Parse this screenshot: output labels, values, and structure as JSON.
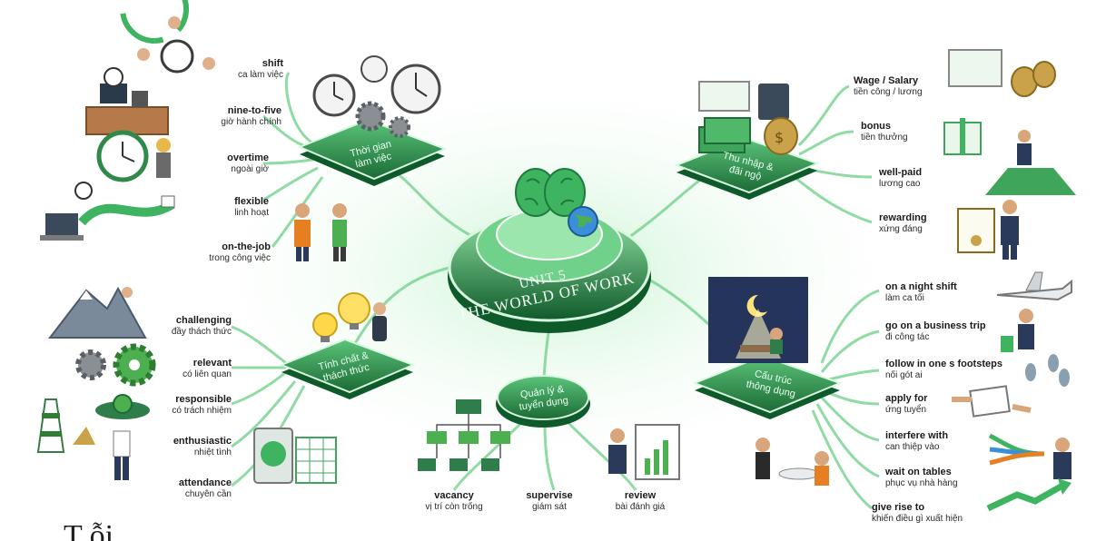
{
  "hub": {
    "unit": "UNIT 5",
    "title": "THE WORLD OF WORK"
  },
  "nodes": {
    "time": "Thời gian\nlàm việc",
    "income": "Thu nhập &\nđãi ngộ",
    "nature": "Tính chất &\nthách thức",
    "management": "Quản lý &\ntuyển dụng",
    "structures": "Cấu trúc\nthông dụng"
  },
  "time_terms": [
    {
      "en": "shift",
      "vi": "ca làm việc"
    },
    {
      "en": "nine-to-five",
      "vi": "giờ hành chính"
    },
    {
      "en": "overtime",
      "vi": "ngoài giờ"
    },
    {
      "en": "flexible",
      "vi": "linh hoạt"
    },
    {
      "en": "on-the-job",
      "vi": "trong công việc"
    }
  ],
  "income_terms": [
    {
      "en": "Wage / Salary",
      "vi": "tiền công / lương"
    },
    {
      "en": "bonus",
      "vi": "tiền thưởng"
    },
    {
      "en": "well-paid",
      "vi": "lương cao"
    },
    {
      "en": "rewarding",
      "vi": "xứng đáng"
    }
  ],
  "nature_terms": [
    {
      "en": "challenging",
      "vi": "đầy thách thức"
    },
    {
      "en": "relevant",
      "vi": "có liên quan"
    },
    {
      "en": "responsible",
      "vi": "có trách nhiệm"
    },
    {
      "en": "enthusiastic",
      "vi": "nhiệt tình"
    },
    {
      "en": "attendance",
      "vi": "chuyên cần"
    }
  ],
  "management_terms": [
    {
      "en": "vacancy",
      "vi": "vị trí còn trống"
    },
    {
      "en": "supervise",
      "vi": "giám sát"
    },
    {
      "en": "review",
      "vi": "bài đánh giá"
    }
  ],
  "structure_terms": [
    {
      "en": "on a night shift",
      "vi": "làm ca tối"
    },
    {
      "en": "go on a business trip",
      "vi": "đi công tác"
    },
    {
      "en": "follow in one s footsteps",
      "vi": "nối gót ai"
    },
    {
      "en": "apply for",
      "vi": "ứng tuyển"
    },
    {
      "en": "interfere with",
      "vi": "can thiệp vào"
    },
    {
      "en": "wait on tables",
      "vi": "phục vụ nhà hàng"
    },
    {
      "en": "give rise to",
      "vi": "khiến điều gì xuất hiện"
    }
  ],
  "bottom_text": "T    ỗi",
  "colors": {
    "green_dark": "#1e7a3e",
    "green_mid": "#3aa85a",
    "green_light": "#a8e6b4",
    "glow": "#d9f7df"
  },
  "icons": [
    "clock-icon",
    "desk-icon",
    "worker-icon",
    "laptop-icon",
    "handshake-icon",
    "money-icon",
    "gift-icon",
    "certificate-icon",
    "mountain-icon",
    "gear-icon",
    "lighthouse-icon",
    "calendar-icon",
    "lightbulb-icon",
    "brain-icon",
    "globe-icon",
    "org-chart-icon",
    "presentation-icon",
    "plane-icon",
    "traveler-icon",
    "footprints-icon",
    "application-icon",
    "arrows-icon",
    "waiter-icon",
    "growth-arrow-icon",
    "moon-icon"
  ]
}
